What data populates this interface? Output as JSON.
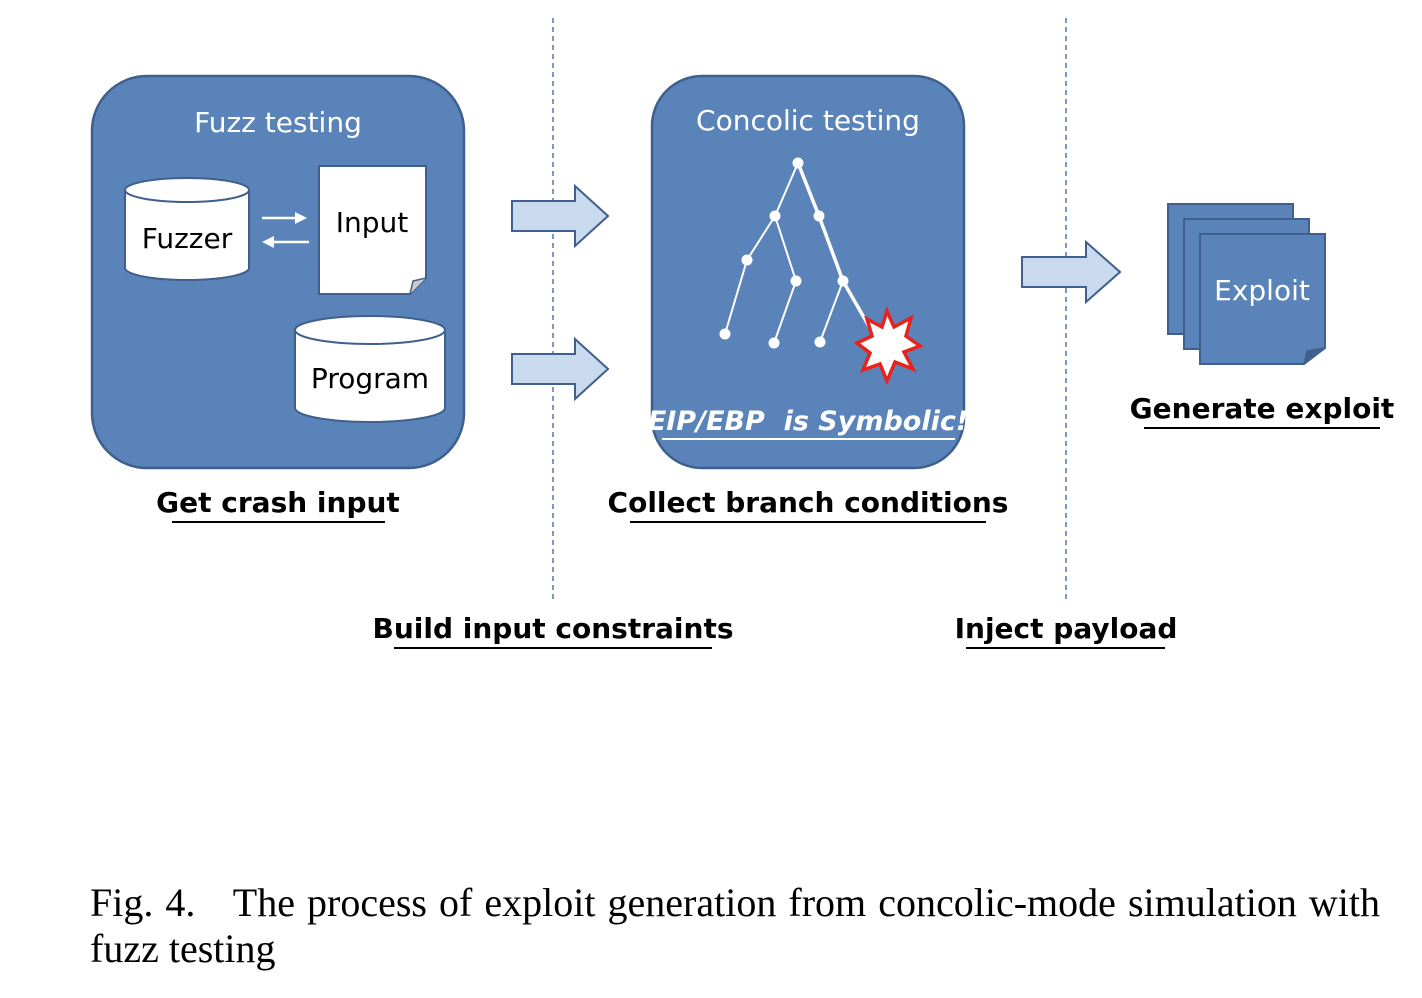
{
  "diagram": {
    "stages": {
      "fuzz": {
        "title": "Fuzz testing",
        "fuzzer": "Fuzzer",
        "input": "Input",
        "program": "Program",
        "label": "Get crash input"
      },
      "concolic": {
        "title": "Concolic testing",
        "symbolic_note": "EIP/EBP  is Symbolic!",
        "label": "Collect branch conditions"
      },
      "exploit": {
        "doc": "Exploit",
        "label": "Generate exploit"
      }
    },
    "phases": {
      "build": "Build input constraints",
      "inject": "Inject payload"
    },
    "colors": {
      "box_fill": "#5983b9",
      "box_stroke": "#3f5f8c",
      "arrow_fill": "#c9d9ee",
      "crash_red": "#e8231c",
      "divider": "#5b7fb5"
    }
  },
  "caption": {
    "number": "Fig. 4.",
    "text": "The process of exploit generation from concolic-mode simulation with fuzz testing"
  }
}
